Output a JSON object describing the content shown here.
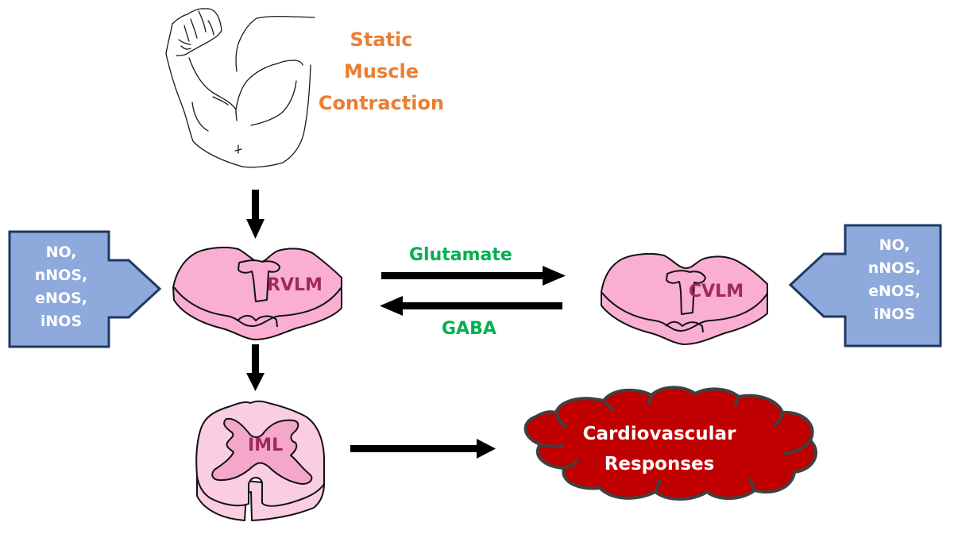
{
  "title": "Static muscle contraction reflex pathway",
  "colors": {
    "stimulus_text": "#ED7D31",
    "neurotransmitter_text": "#00B050",
    "region_text": "#9E2A5E",
    "medulla_fill": "#F9AED2",
    "spinal_outer_fill": "#FBCDE2",
    "spinal_inner_fill": "#F4A6CB",
    "nos_box_fill": "#8EA9DB",
    "nos_box_border": "#1F3864",
    "cloud_fill": "#C00000",
    "cloud_border": "#404040",
    "arrow": "#000000"
  },
  "stimulus": {
    "icon": "flexed-arm-icon",
    "lines": [
      "Static",
      "Muscle",
      "Contraction"
    ]
  },
  "nos_left": {
    "lines": [
      "NO,",
      "nNOS,",
      "eNOS,",
      "iNOS"
    ],
    "direction": "right"
  },
  "nos_right": {
    "lines": [
      "NO,",
      "nNOS,",
      "eNOS,",
      "iNOS"
    ],
    "direction": "left"
  },
  "regions": {
    "rvlm": "RVLM",
    "cvlm": "CVLM",
    "iml": "IML"
  },
  "neurotransmitters": {
    "forward": "Glutamate",
    "backward": "GABA"
  },
  "output": {
    "lines": [
      "Cardiovascular",
      "Responses"
    ]
  }
}
